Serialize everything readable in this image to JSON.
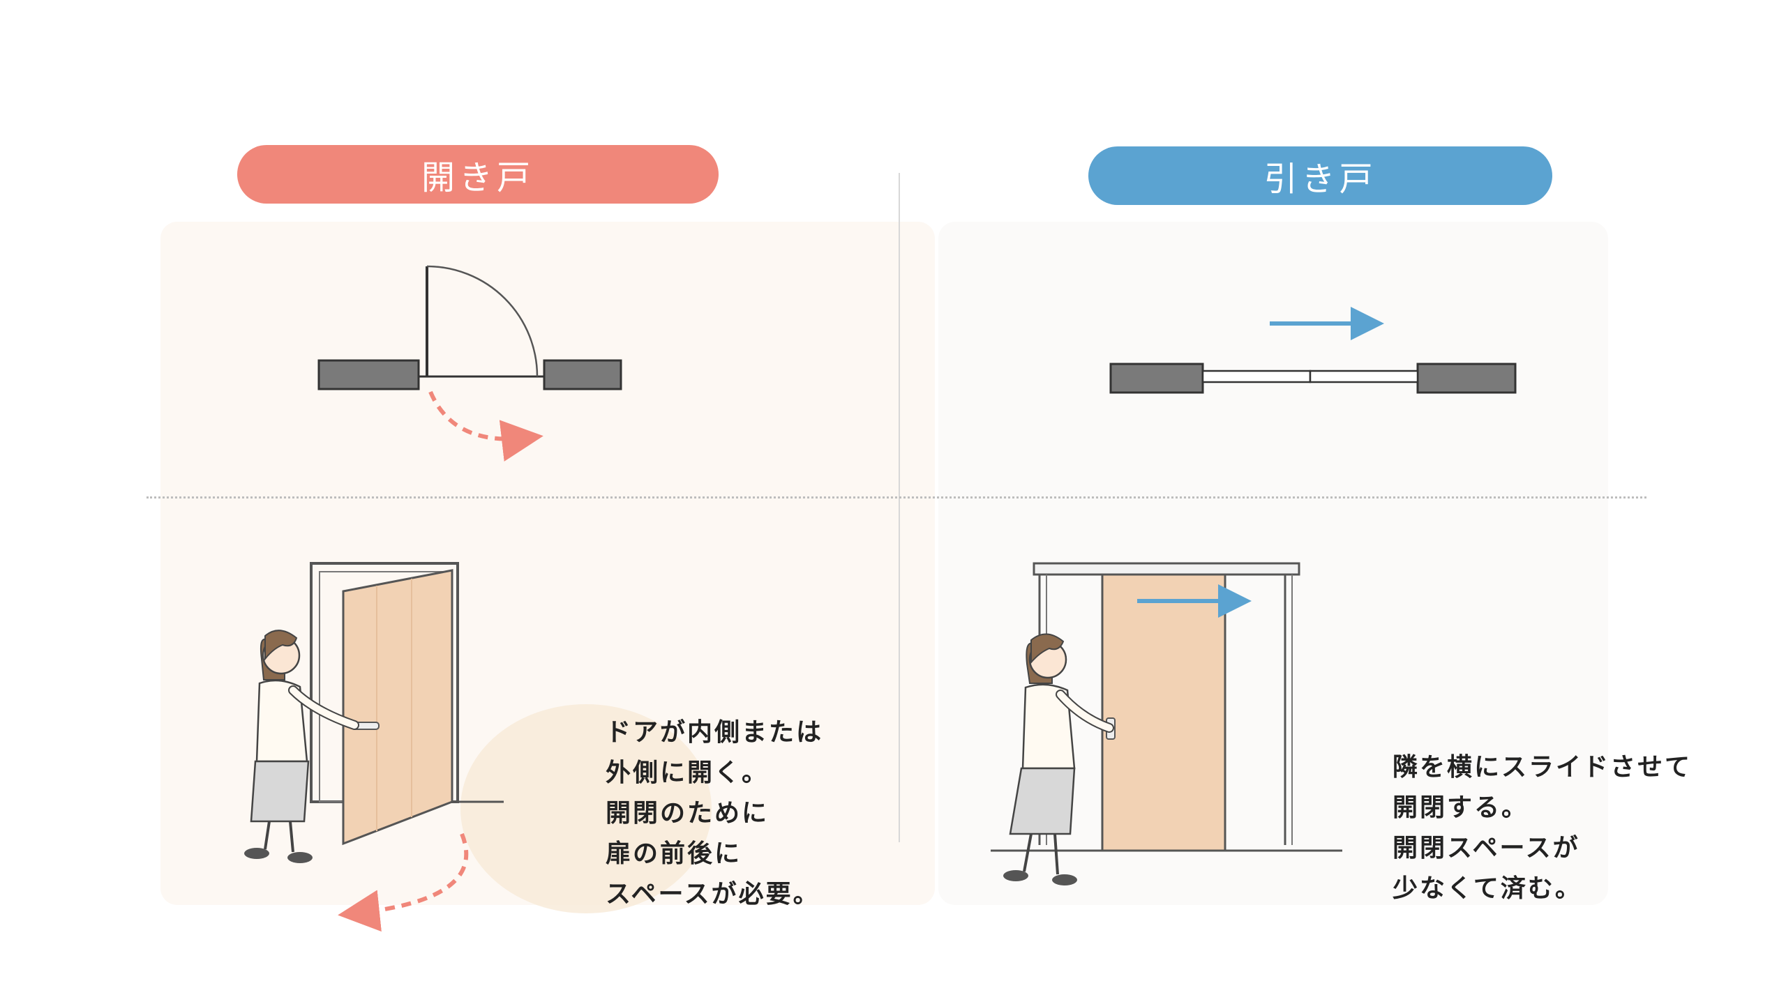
{
  "left": {
    "title": "開き戸",
    "color": "#f0877a",
    "caption_lines": [
      "ドアが内側または",
      "外側に開く。",
      "開閉のために",
      "扉の前後に",
      "スペースが必要。"
    ]
  },
  "right": {
    "title": "引き戸",
    "color": "#5ba3d1",
    "caption_lines": [
      "隣を横にスライドさせて",
      "開閉する。",
      "開閉スペースが",
      "少なくて済む。"
    ]
  },
  "colors": {
    "wall": "#7a7a7a",
    "door_wood": "#f2d2b4",
    "arrow_red": "#f0877a",
    "arrow_blue": "#5ba3d1"
  }
}
